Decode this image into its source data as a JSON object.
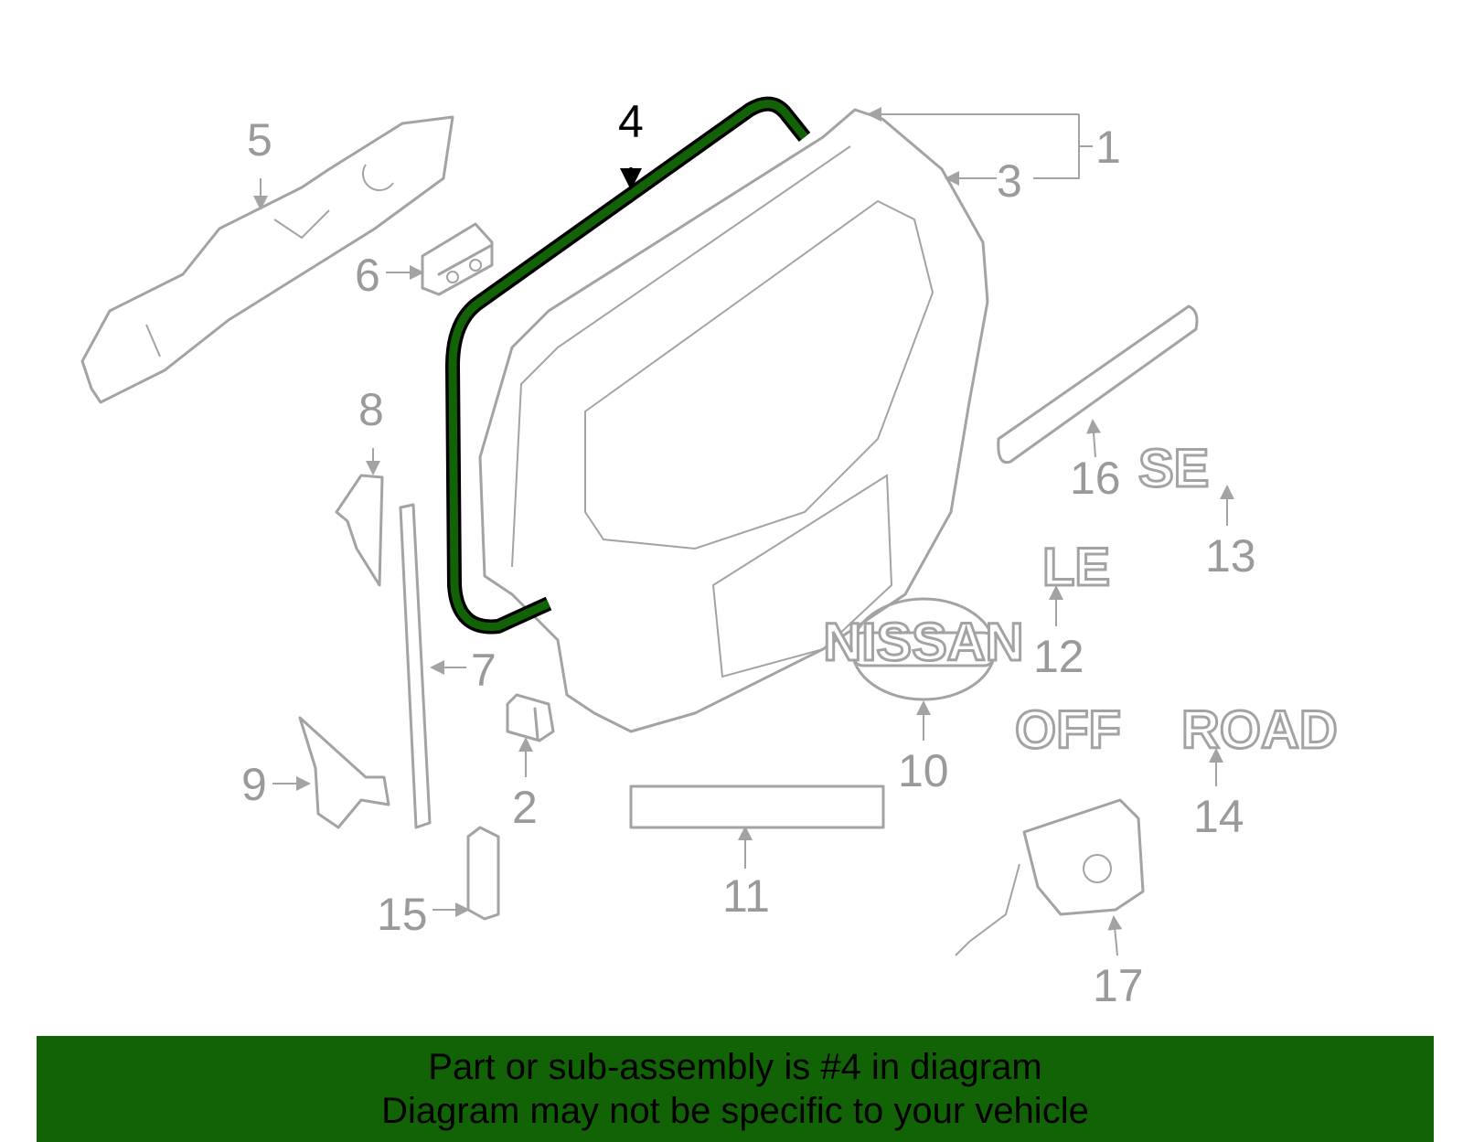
{
  "diagram": {
    "highlighted_part": "4",
    "highlight_color": "#116306",
    "line_color": "#a3a3a3",
    "callouts": [
      "1",
      "2",
      "3",
      "4",
      "5",
      "6",
      "7",
      "8",
      "9",
      "10",
      "11",
      "12",
      "13",
      "14",
      "15",
      "16",
      "17"
    ],
    "emblems": {
      "nissan": "NISSAN",
      "le": "LE",
      "se": "SE",
      "off": "OFF",
      "road": "ROAD"
    }
  },
  "banner": {
    "line1": "Part or sub-assembly is #4 in diagram",
    "line2": "Diagram may not be specific to your vehicle",
    "color": "#116306"
  }
}
